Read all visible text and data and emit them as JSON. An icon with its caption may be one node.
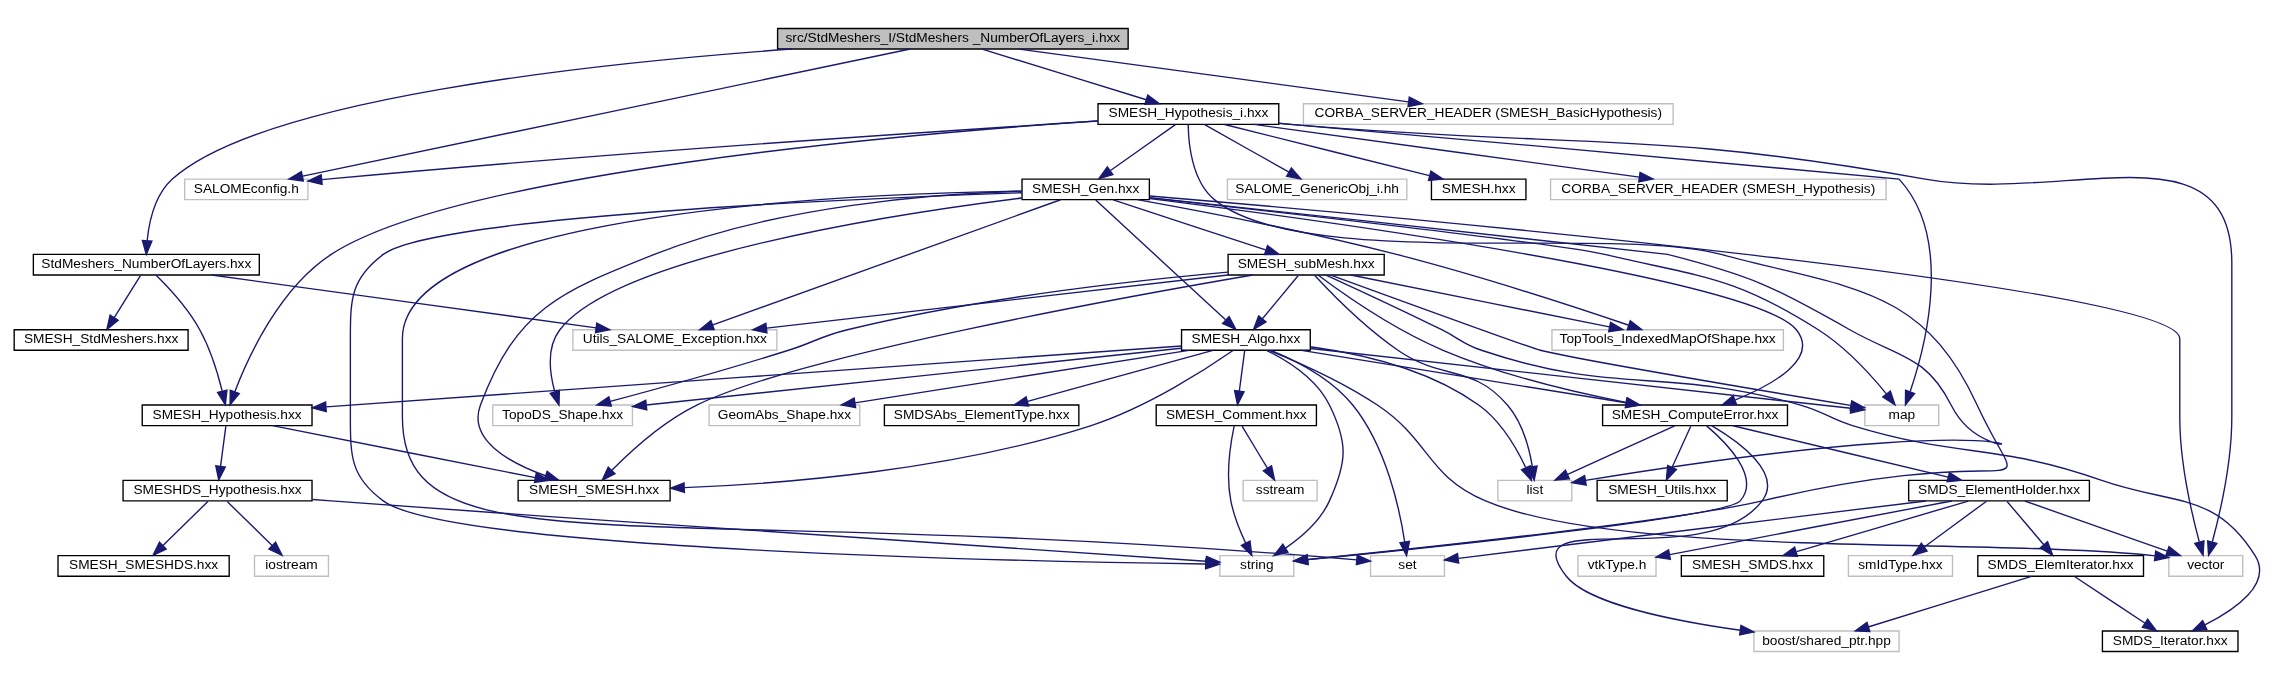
{
  "diagram": {
    "nodes": [
      {
        "text": [
          "src/StdMeshers_I/StdMeshers _NumberOfLayers_i.hxx"
        ]
      },
      {
        "text": [
          "SMESH_Hypothesis_i.hxx"
        ]
      },
      {
        "text": [
          "CORBA_SERVER_HEADER (SMESH_BasicHypothesis)"
        ]
      },
      {
        "text": [
          "SALOMEconfig.h"
        ]
      },
      {
        "text": [
          "StdMeshers_NumberOfLayers.hxx"
        ]
      },
      {
        "text": [
          "SMESH_Gen.hxx"
        ]
      },
      {
        "text": [
          "SALOME_GenericObj_i.hh"
        ]
      },
      {
        "text": [
          "SMESH.hxx"
        ]
      },
      {
        "text": [
          "CORBA_SERVER_HEADER (SMESH_Hypothesis)"
        ]
      },
      {
        "text": [
          "SMESH_subMesh.hxx"
        ]
      },
      {
        "text": [
          "SMESH_StdMeshers.hxx"
        ]
      },
      {
        "text": [
          "Utils_SALOME_Exception.hxx"
        ]
      },
      {
        "text": [
          "TopTools_IndexedMapOfShape.hxx"
        ]
      },
      {
        "text": [
          "SMESH_Algo.hxx"
        ]
      },
      {
        "text": [
          "SMESH_Hypothesis.hxx"
        ]
      },
      {
        "text": [
          "TopoDS_Shape.hxx"
        ]
      },
      {
        "text": [
          "SMESH_Comment.hxx"
        ]
      },
      {
        "text": [
          "GeomAbs_Shape.hxx"
        ]
      },
      {
        "text": [
          "SMDSAbs_ElementType.hxx"
        ]
      },
      {
        "text": [
          "SMESH_ComputeError.hxx"
        ]
      },
      {
        "text": [
          "map"
        ]
      },
      {
        "text": [
          "SMESHDS_Hypothesis.hxx"
        ]
      },
      {
        "text": [
          "SMESH_SMESH.hxx"
        ]
      },
      {
        "text": [
          "sstream"
        ]
      },
      {
        "text": [
          "list"
        ]
      },
      {
        "text": [
          "SMESH_Utils.hxx"
        ]
      },
      {
        "text": [
          "SMDS_ElementHolder.hxx"
        ]
      },
      {
        "text": [
          "iostream"
        ]
      },
      {
        "text": [
          "SMESH_SMESHDS.hxx"
        ]
      },
      {
        "text": [
          "string"
        ]
      },
      {
        "text": [
          "SMDS_ElemIterator.hxx"
        ]
      },
      {
        "text": [
          "vtkType.h"
        ]
      },
      {
        "text": [
          "SMESH_SMDS.hxx"
        ]
      },
      {
        "text": [
          "smIdType.hxx"
        ]
      },
      {
        "text": [
          "set"
        ]
      },
      {
        "text": [
          "vector"
        ]
      },
      {
        "text": [
          "SMDS_Iterator.hxx"
        ]
      },
      {
        "text": [
          "boost/shared_ptr.hpp"
        ]
      }
    ],
    "edges": [
      {
        "from": 0,
        "to": 4,
        "arrow": "to"
      },
      {
        "from": 0,
        "to": 3,
        "arrow": "to"
      },
      {
        "from": 0,
        "to": 1,
        "arrow": "to"
      },
      {
        "from": 0,
        "to": 2,
        "arrow": "to"
      },
      {
        "from": 1,
        "to": 3,
        "arrow": "to"
      },
      {
        "from": 1,
        "to": 14,
        "arrow": "to"
      },
      {
        "from": 1,
        "to": 5,
        "arrow": "to"
      },
      {
        "from": 1,
        "to": 6,
        "arrow": "to"
      },
      {
        "from": 1,
        "to": 7,
        "arrow": "to"
      },
      {
        "from": 1,
        "to": 8,
        "arrow": "to"
      },
      {
        "from": 1,
        "to": 20,
        "arrow": "to"
      },
      {
        "from": 1,
        "to": 29,
        "arrow": "to"
      },
      {
        "from": 1,
        "to": 35,
        "arrow": "to"
      },
      {
        "from": 4,
        "to": 10,
        "arrow": "to"
      },
      {
        "from": 4,
        "to": 11,
        "arrow": "to"
      },
      {
        "from": 4,
        "to": 14,
        "arrow": "to"
      },
      {
        "from": 5,
        "to": 9,
        "arrow": "to"
      },
      {
        "from": 5,
        "to": 13,
        "arrow": "to"
      },
      {
        "from": 5,
        "to": 11,
        "arrow": "to"
      },
      {
        "from": 5,
        "to": 22,
        "arrow": "to"
      },
      {
        "from": 5,
        "to": 15,
        "arrow": "to"
      },
      {
        "from": 5,
        "to": 12,
        "arrow": "to"
      },
      {
        "from": 5,
        "to": 24,
        "arrow": "to"
      },
      {
        "from": 5,
        "to": 19,
        "arrow": "to"
      },
      {
        "from": 5,
        "to": 20,
        "arrow": "to"
      },
      {
        "from": 5,
        "to": 34,
        "arrow": "to"
      },
      {
        "from": 5,
        "to": 35,
        "arrow": "to"
      },
      {
        "from": 5,
        "to": 29,
        "arrow": "to"
      },
      {
        "from": 9,
        "to": 11,
        "arrow": "to"
      },
      {
        "from": 9,
        "to": 13,
        "arrow": "to"
      },
      {
        "from": 9,
        "to": 22,
        "arrow": "to"
      },
      {
        "from": 9,
        "to": 15,
        "arrow": "to"
      },
      {
        "from": 9,
        "to": 12,
        "arrow": "to"
      },
      {
        "from": 9,
        "to": 24,
        "arrow": "to"
      },
      {
        "from": 9,
        "to": 19,
        "arrow": "to"
      },
      {
        "from": 9,
        "to": 20,
        "arrow": "to"
      },
      {
        "from": 9,
        "to": 36,
        "arrow": "to"
      },
      {
        "from": 13,
        "to": 14,
        "arrow": "to"
      },
      {
        "from": 13,
        "to": 15,
        "arrow": "to"
      },
      {
        "from": 13,
        "to": 22,
        "arrow": "to"
      },
      {
        "from": 13,
        "to": 16,
        "arrow": "to"
      },
      {
        "from": 13,
        "to": 17,
        "arrow": "to"
      },
      {
        "from": 13,
        "to": 18,
        "arrow": "to"
      },
      {
        "from": 13,
        "to": 19,
        "arrow": "to"
      },
      {
        "from": 13,
        "to": 24,
        "arrow": "to"
      },
      {
        "from": 13,
        "to": 20,
        "arrow": "to"
      },
      {
        "from": 13,
        "to": 29,
        "arrow": "to"
      },
      {
        "from": 13,
        "to": 34,
        "arrow": "to"
      },
      {
        "from": 13,
        "to": 35,
        "arrow": "to"
      },
      {
        "from": 14,
        "to": 21,
        "arrow": "to"
      },
      {
        "from": 14,
        "to": 22,
        "arrow": "to"
      },
      {
        "from": 21,
        "to": 27,
        "arrow": "to"
      },
      {
        "from": 21,
        "to": 28,
        "arrow": "to"
      },
      {
        "from": 21,
        "to": 29,
        "arrow": "to"
      },
      {
        "from": 16,
        "to": 23,
        "arrow": "to"
      },
      {
        "from": 16,
        "to": 29,
        "arrow": "to"
      },
      {
        "from": 19,
        "to": 24,
        "arrow": "to"
      },
      {
        "from": 19,
        "to": 29,
        "arrow": "to"
      },
      {
        "from": 19,
        "to": 25,
        "arrow": "to"
      },
      {
        "from": 19,
        "to": 26,
        "arrow": "to"
      },
      {
        "from": 19,
        "to": 37,
        "arrow": "to"
      },
      {
        "from": 26,
        "to": 30,
        "arrow": "to"
      },
      {
        "from": 26,
        "to": 31,
        "arrow": "to"
      },
      {
        "from": 26,
        "to": 32,
        "arrow": "to"
      },
      {
        "from": 26,
        "to": 33,
        "arrow": "to"
      },
      {
        "from": 26,
        "to": 34,
        "arrow": "to"
      },
      {
        "from": 26,
        "to": 35,
        "arrow": "to"
      },
      {
        "from": 30,
        "to": 36,
        "arrow": "to"
      },
      {
        "from": 30,
        "to": 37,
        "arrow": "to"
      }
    ]
  }
}
